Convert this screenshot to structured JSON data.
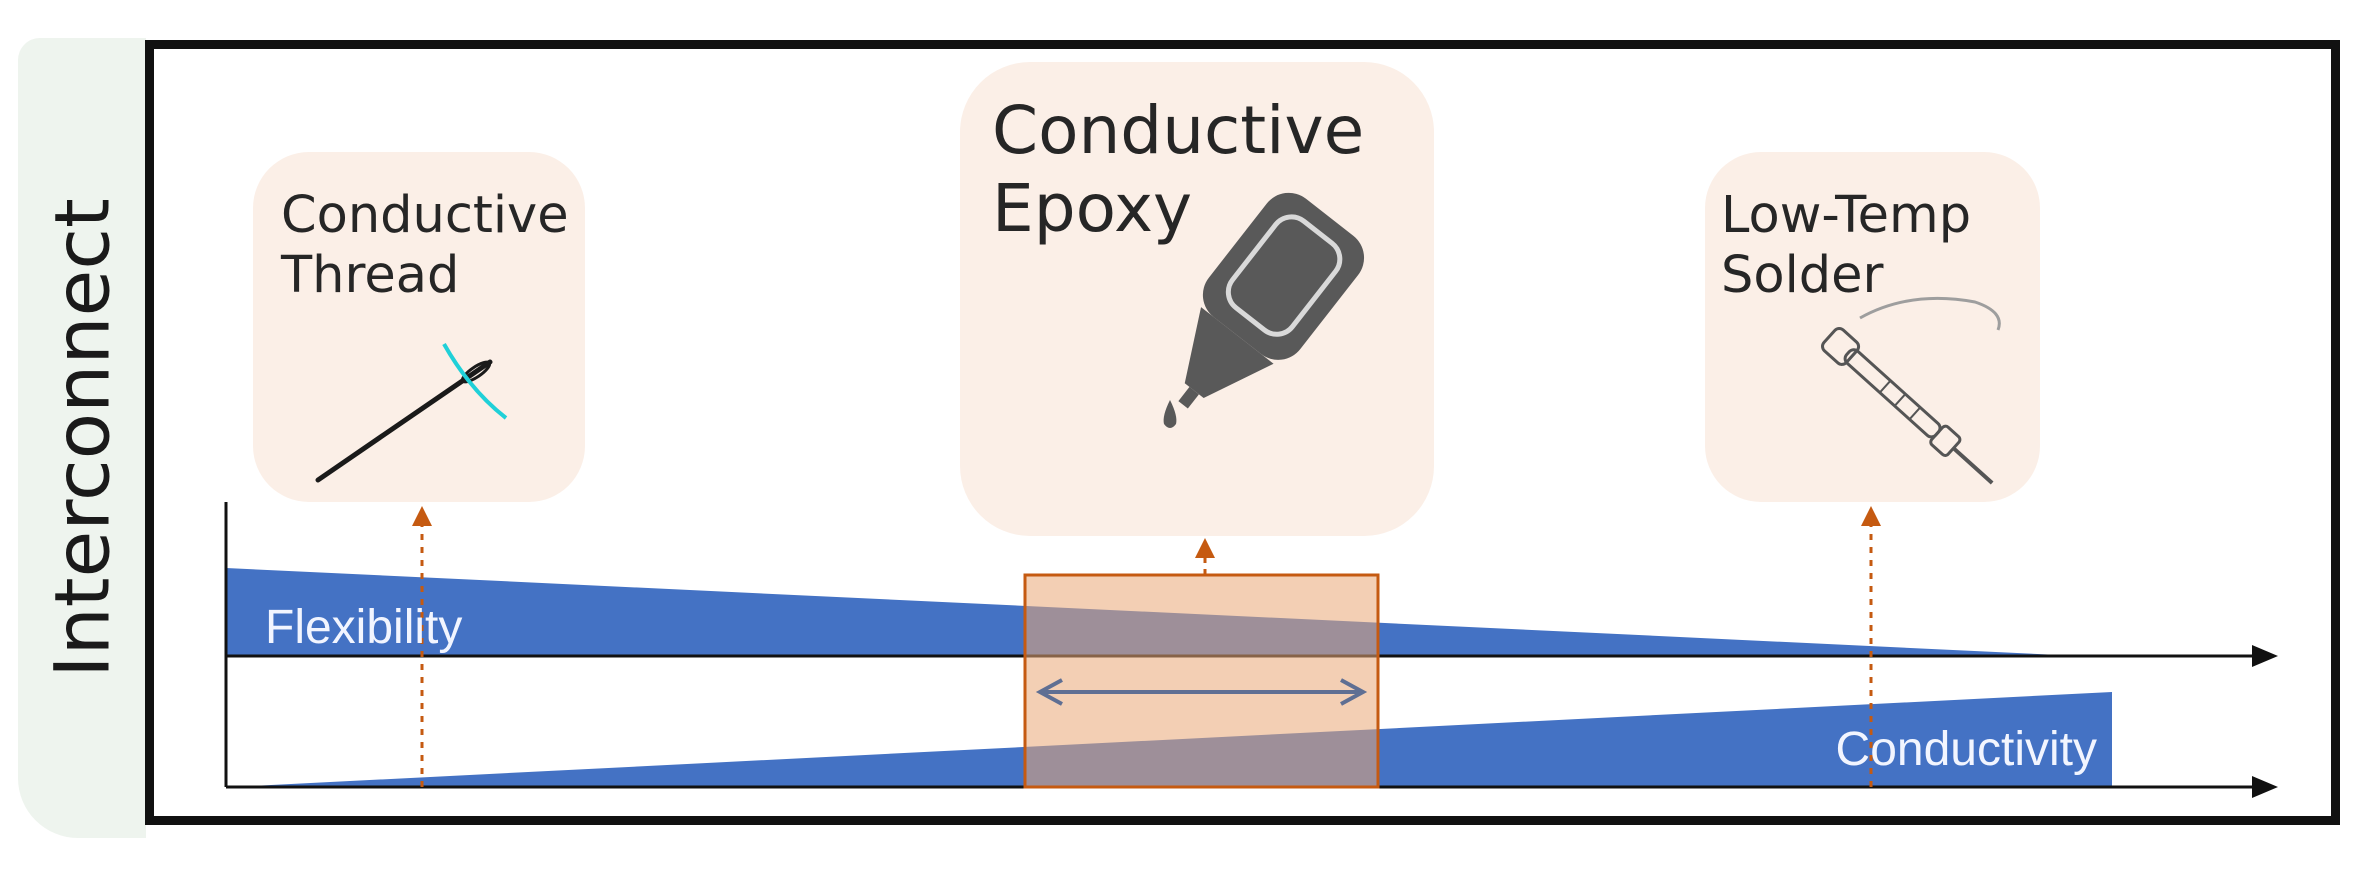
{
  "side_label": "Interconnect",
  "cards": {
    "thread": {
      "line1": "Conductive",
      "line2": "Thread",
      "icon": "needle-thread-icon"
    },
    "epoxy": {
      "line1": "Conductive",
      "line2": "Epoxy",
      "icon": "glue-bottle-icon"
    },
    "solder": {
      "line1": "Low-Temp",
      "line2": "Solder",
      "icon": "soldering-iron-icon"
    }
  },
  "wedges": {
    "flexibility_label": "Flexibility",
    "conductivity_label": "Conductivity"
  },
  "colors": {
    "wedge_blue": "#4472c4",
    "highlight_box": "#e9a877",
    "arrow_orange": "#c55a11",
    "card_bg": "#fbefe7",
    "range_arrow": "#5f6f93"
  }
}
